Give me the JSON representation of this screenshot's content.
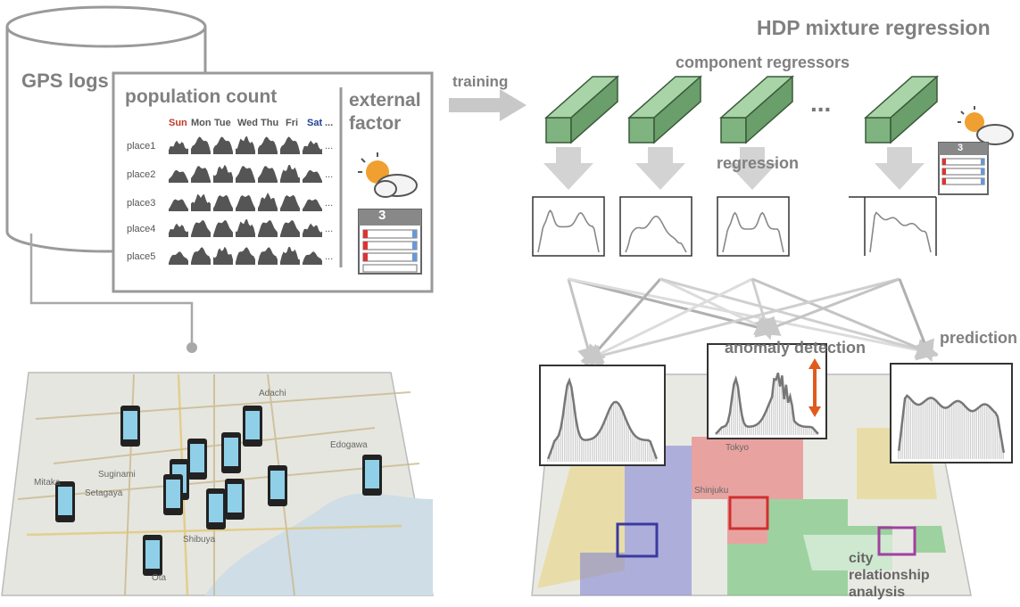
{
  "labels": {
    "gps_logs": "GPS logs",
    "population_count": "population count",
    "external_factor": "external factor",
    "training": "training",
    "hdp_title": "HDP mixture regression",
    "component_regressors": "component regressors",
    "regression": "regression",
    "ellipsis": "...",
    "anomaly_detection": "anomaly detection",
    "prediction": "prediction",
    "city_relationship_analysis": "city relationship analysis",
    "calendar_day": "3"
  },
  "days": [
    {
      "label": "Sun",
      "color": "#c0392b"
    },
    {
      "label": "Mon",
      "color": "#555555"
    },
    {
      "label": "Tue",
      "color": "#555555"
    },
    {
      "label": "Wed",
      "color": "#555555"
    },
    {
      "label": "Thu",
      "color": "#555555"
    },
    {
      "label": "Fri",
      "color": "#555555"
    },
    {
      "label": "Sat",
      "color": "#1f3f9a"
    },
    {
      "label": "...",
      "color": "#555555"
    }
  ],
  "places": [
    "place1",
    "place2",
    "place3",
    "place4",
    "place5"
  ],
  "map_labels": [
    "Setagaya",
    "Suginami",
    "Shibuya",
    "Ota",
    "Adachi",
    "Edogawa",
    "Tokyo",
    "Shinjuku",
    "Mitaka"
  ],
  "colors": {
    "box_border": "#9a9a9a",
    "regressor_green": "#7fb37f",
    "arrow_gray": "#cfcfcf",
    "histogram_line": "#777777",
    "anomaly_arrow": "#e05a1e",
    "region_blue": "#7b7fd4",
    "region_red": "#e86a6a",
    "region_green": "#5fbf6a",
    "region_yellow": "#e8d47a",
    "region_purple": "#c07ad4"
  }
}
